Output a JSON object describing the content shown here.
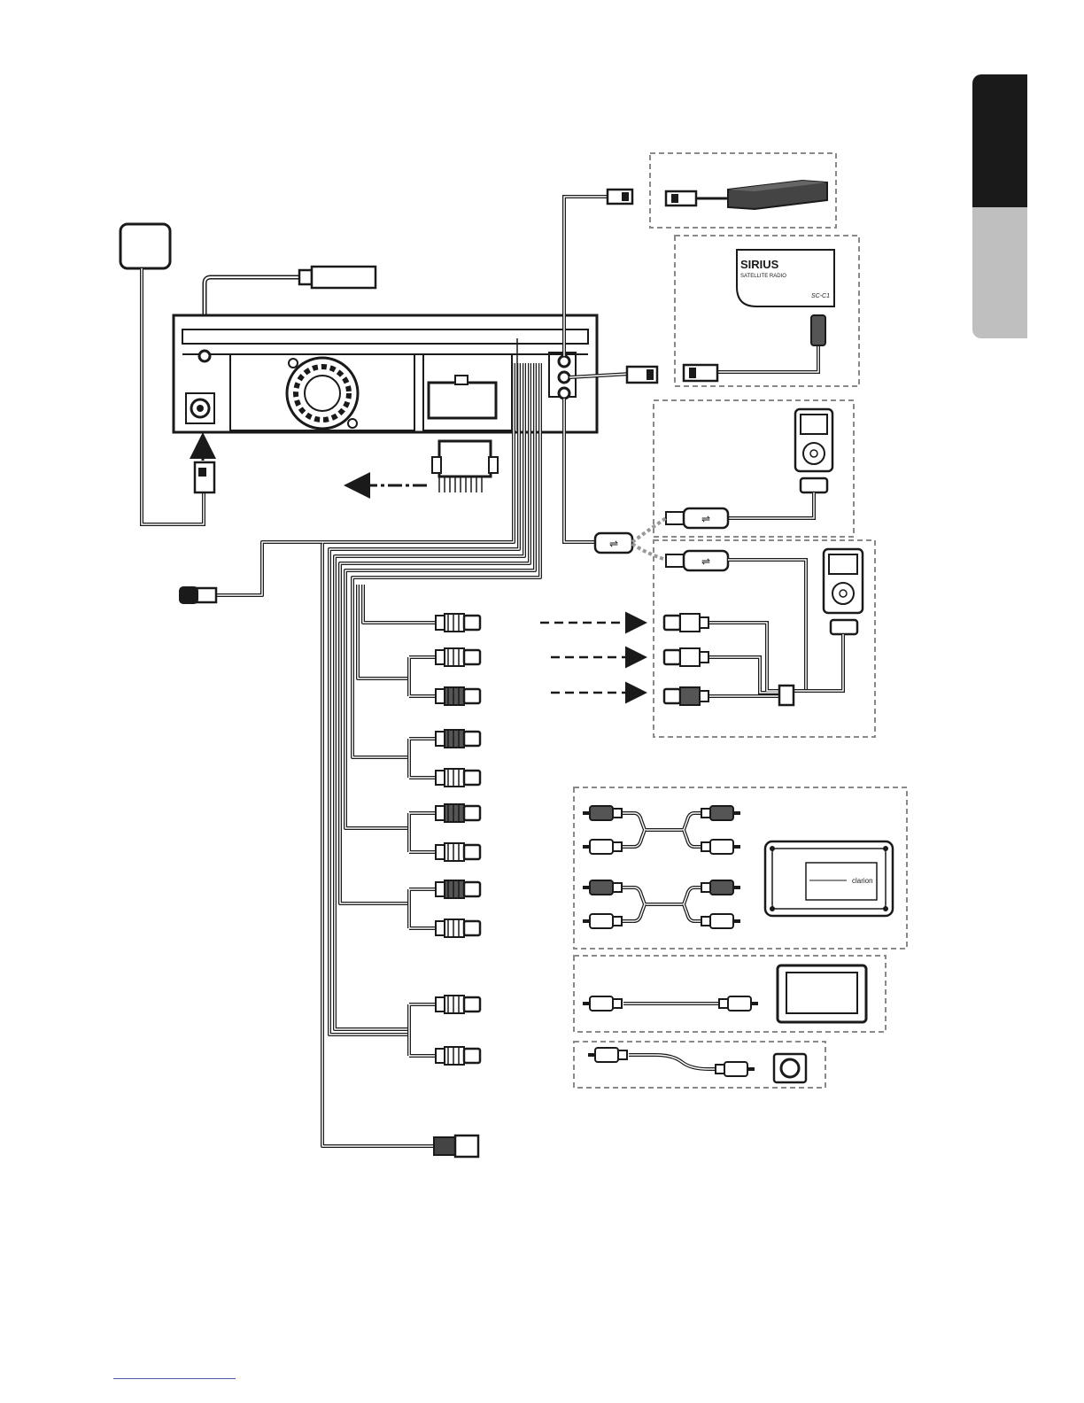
{
  "logos": {
    "sirius_brand": "SIRIUS",
    "sirius_subtitle": "SATELLITE RADIO",
    "sirius_model": "SC-C1",
    "clarion_brand": "clarion"
  },
  "connectors": {
    "usb_symbol": "⇌"
  },
  "colors": {
    "line": "#1a1a1a",
    "tab_dark": "#1a1a1a",
    "tab_grey": "#bfbfbf",
    "dashed_box": "#8a8a8a",
    "footer_rule": "#4a5aa8"
  }
}
